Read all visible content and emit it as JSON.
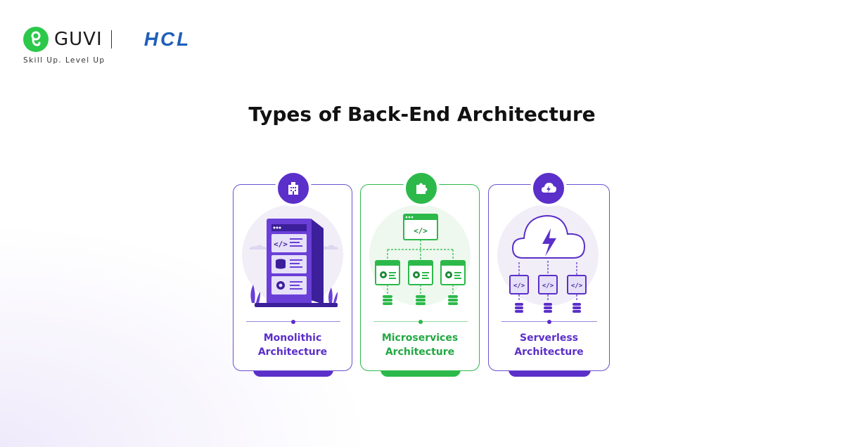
{
  "brand": {
    "name": "GUVI",
    "partner": "HCL",
    "tagline": "Skill Up. Level Up"
  },
  "title": "Types of Back-End Architecture",
  "colors": {
    "purple": "#5b2fc9",
    "green": "#2cb94a",
    "text": "#111111"
  },
  "cards": [
    {
      "label_line1": "Monolithic",
      "label_line2": "Architecture",
      "icon": "building-icon",
      "illustration": "monolithic-server"
    },
    {
      "label_line1": "Microservices",
      "label_line2": "Architecture",
      "icon": "puzzle-icon",
      "illustration": "microservices-tree"
    },
    {
      "label_line1": "Serverless",
      "label_line2": "Architecture",
      "icon": "cloud-lightning-icon",
      "illustration": "serverless-cloud"
    }
  ]
}
